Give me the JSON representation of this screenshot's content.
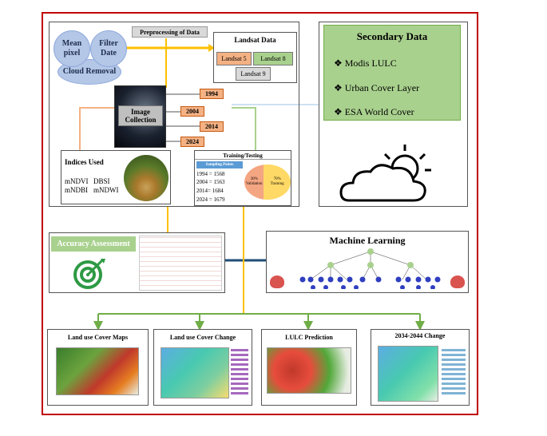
{
  "preprocessing": {
    "title": "Preprocessing of Data",
    "steps": [
      "Mean pixel",
      "Filter Date",
      "Cloud Removal"
    ]
  },
  "landsat": {
    "title": "Landsat Data",
    "items": [
      "Landsat 5",
      "Landsat 8",
      "Landsat 9"
    ],
    "colors": [
      "#f4b183",
      "#a9d18e",
      "#d9d9d9"
    ]
  },
  "secondary": {
    "title": "Secondary Data",
    "bullet": "❖",
    "items": [
      "Modis LULC",
      "Urban Cover Layer",
      "ESA World Cover"
    ],
    "color": "#a9d18e"
  },
  "image_collection": {
    "label": "Image Collection",
    "years": [
      "1994",
      "2004",
      "2014",
      "2024"
    ]
  },
  "indices": {
    "title": "Indices Used",
    "items": [
      "mNDVI",
      "DBSI",
      "mNDBI",
      "mNDWI"
    ]
  },
  "training": {
    "title": "Training/Testing",
    "sampling_label": "Sampling Points",
    "rows": [
      "1994 = 1568",
      "2004 = 1563",
      "2014= 1684",
      "2024 = 1679"
    ],
    "split": [
      {
        "pct": "30%",
        "label": "Validation",
        "value": 30,
        "color": "#f4a582"
      },
      {
        "pct": "70%",
        "label": "Training",
        "value": 70,
        "color": "#ffd966"
      }
    ]
  },
  "accuracy": {
    "title": "Accuracy Assessment",
    "icon": "target-icon"
  },
  "ml": {
    "title": "Machine Learning",
    "icons": [
      "brain-icon",
      "tree-network-icon"
    ]
  },
  "outputs": [
    {
      "title": "Land use Cover Maps"
    },
    {
      "title": "Land use Cover Change"
    },
    {
      "title": "LULC Prediction"
    },
    {
      "title": "2034-2044 Change"
    }
  ],
  "colors": {
    "frame": "#c00000",
    "arrow_orange": "#f4b183",
    "arrow_yellow": "#ffc000",
    "arrow_green": "#70ad47",
    "arrow_blue": "#1f4e79"
  }
}
